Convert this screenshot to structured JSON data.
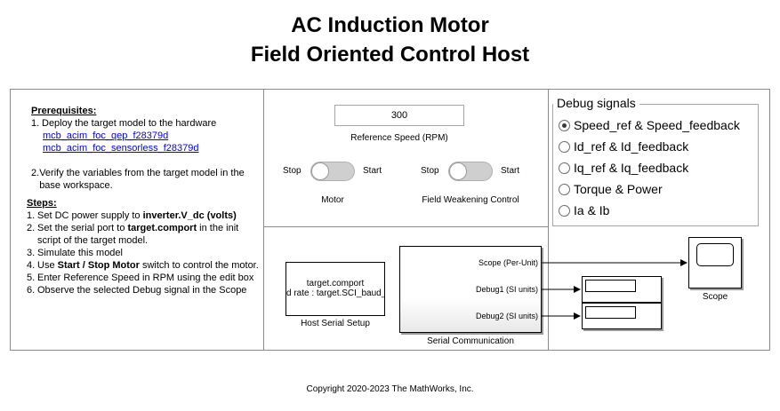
{
  "title": {
    "line1": "AC Induction Motor",
    "line2": "Field Oriented Control Host"
  },
  "instructions": {
    "prereq_heading": "Prerequisites:",
    "prereq_items": [
      {
        "num": "1.",
        "text": "Deploy the target model to the hardware"
      },
      {
        "num": "2.",
        "text": "Verify the variables from the target model in the base workspace."
      }
    ],
    "links": [
      "mcb_acim_foc_qep_f28379d",
      "mcb_acim_foc_sensorless_f28379d"
    ],
    "steps_heading": "Steps:",
    "steps": [
      {
        "num": "1.",
        "pre": "Set DC power supply to ",
        "bold": "inverter.V_dc (volts)",
        "post": ""
      },
      {
        "num": "2.",
        "pre": "Set the serial port to ",
        "bold": "target.comport",
        "post": " in the init script of the target model."
      },
      {
        "num": "3.",
        "pre": "Simulate this model",
        "bold": "",
        "post": ""
      },
      {
        "num": "4.",
        "pre": "Use ",
        "bold": "Start / Stop Motor",
        "post": " switch to control the motor."
      },
      {
        "num": "5.",
        "pre": "Enter Reference Speed in RPM using the edit box",
        "bold": "",
        "post": ""
      },
      {
        "num": "6.",
        "pre": "Observe the selected Debug signal in the Scope",
        "bold": "",
        "post": ""
      }
    ]
  },
  "controls": {
    "speed_value": "300",
    "speed_label": "Reference Speed (RPM)",
    "motor": {
      "off": "Stop",
      "on": "Start",
      "label": "Motor",
      "state": "Stop"
    },
    "field_weakening": {
      "off": "Stop",
      "on": "Start",
      "label": "Field Weakening Control",
      "state": "Stop"
    }
  },
  "debug": {
    "legend": "Debug signals",
    "options": [
      {
        "label": "Speed_ref & Speed_feedback",
        "selected": true
      },
      {
        "label": "Id_ref & Id_feedback",
        "selected": false
      },
      {
        "label": "Iq_ref & Iq_feedback",
        "selected": false
      },
      {
        "label": "Torque & Power",
        "selected": false
      },
      {
        "label": "Ia & Ib",
        "selected": false
      }
    ]
  },
  "diagram": {
    "host_serial": {
      "line1": "target.comport",
      "line2": "d rate : target.SCI_baud_",
      "caption": "Host Serial Setup"
    },
    "serial_comm": {
      "caption": "Serial Communication",
      "ports": [
        "Scope (Per-Unit)",
        "Debug1 (SI units)",
        "Debug2 (SI units)"
      ]
    },
    "scope": {
      "caption": "Scope"
    }
  },
  "footer": {
    "copyright": "Copyright 2020-2023 The MathWorks, Inc."
  }
}
